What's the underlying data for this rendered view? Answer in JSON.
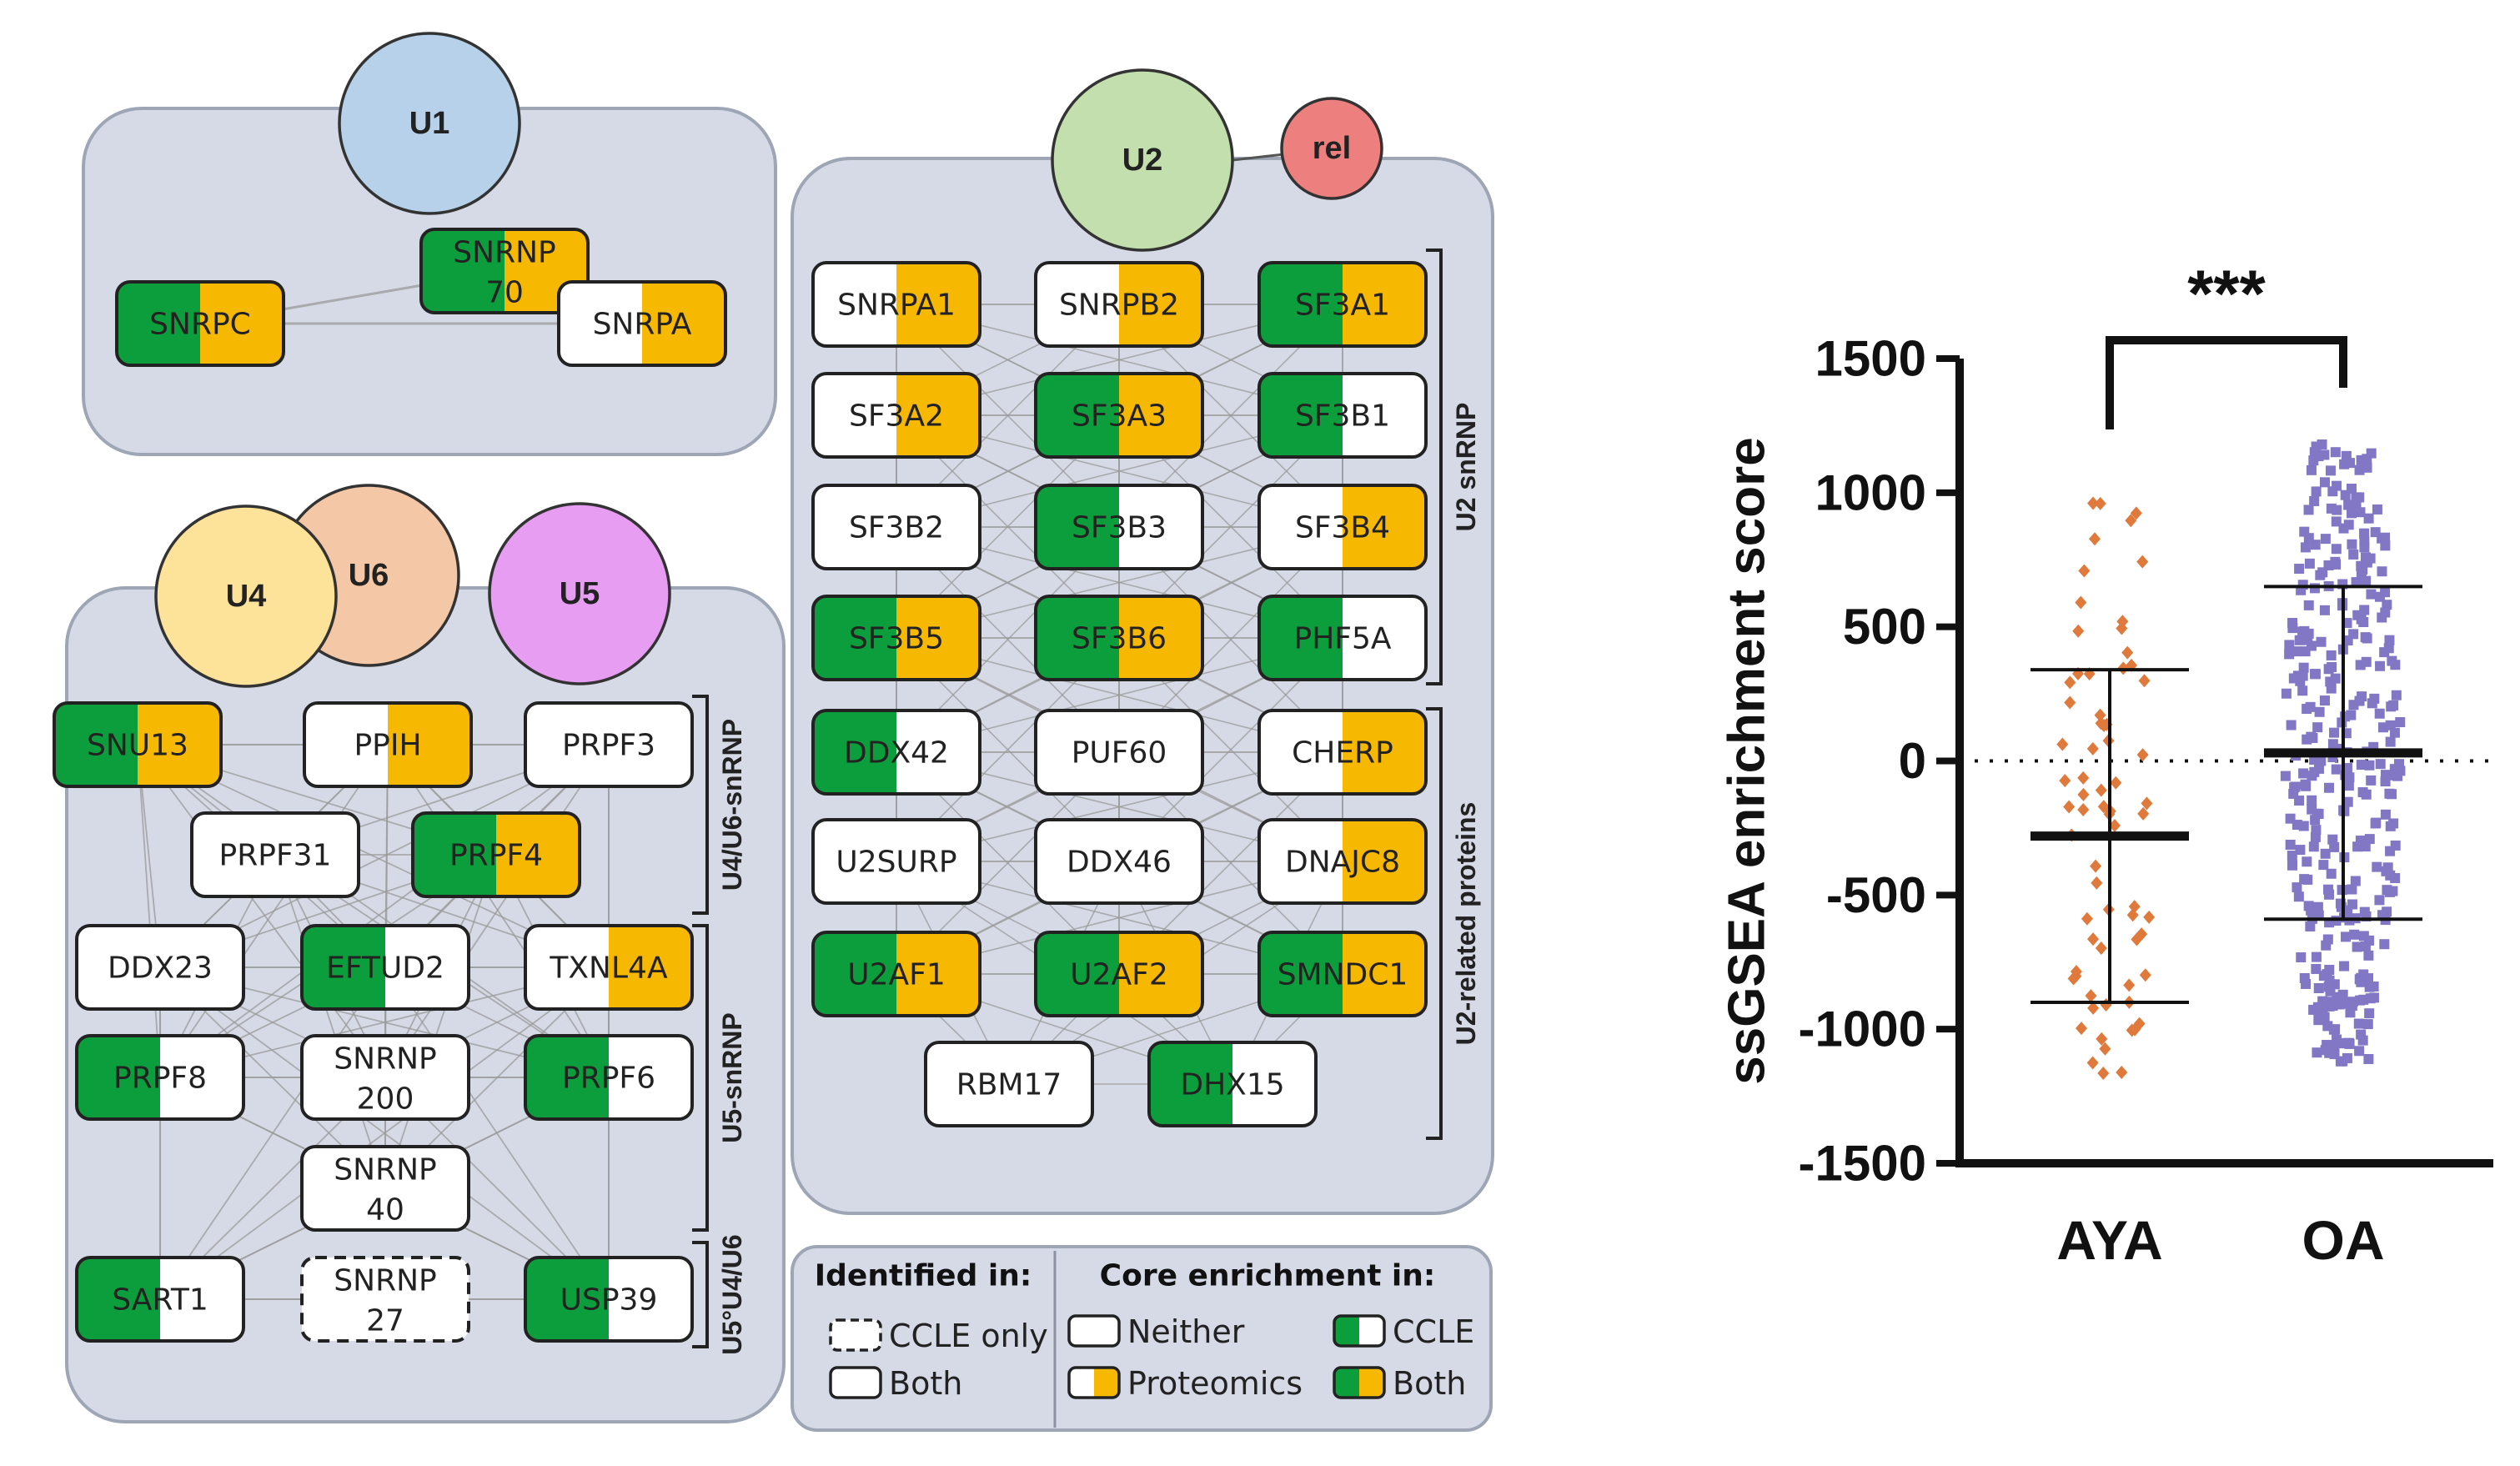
{
  "colors": {
    "panel": "#d5dae6",
    "panel_stroke": "#9ea6b6",
    "green": "#0c9e3c",
    "yellow": "#f6b800",
    "white": "#ffffff",
    "edge": "#9a9a9a",
    "u1": "#b8d1ea",
    "u2": "#c4dfae",
    "rel": "#ee7f7f",
    "u4": "#fde29a",
    "u6": "#f4c7a6",
    "u5": "#e69df2",
    "aya": "#e07a3c",
    "oa": "#8277c4"
  },
  "circles": {
    "u1": "U1",
    "u2": "U2",
    "rel": "rel",
    "u4": "U4",
    "u6": "U6",
    "u5": "U5"
  },
  "nodes": {
    "snrnp70": {
      "l1": "SNRNP",
      "l2": "70",
      "fill": "both"
    },
    "snrpc": {
      "l1": "SNRPC",
      "fill": "both"
    },
    "snrpa": {
      "l1": "SNRPA",
      "fill": "proteomics"
    },
    "snu13": {
      "l1": "SNU13",
      "fill": "both"
    },
    "ppih": {
      "l1": "PPIH",
      "fill": "proteomics"
    },
    "prpf3": {
      "l1": "PRPF3",
      "fill": "neither"
    },
    "prpf31": {
      "l1": "PRPF31",
      "fill": "neither"
    },
    "prpf4": {
      "l1": "PRPF4",
      "fill": "both"
    },
    "ddx23": {
      "l1": "DDX23",
      "fill": "neither"
    },
    "eftud2": {
      "l1": "EFTUD2",
      "fill": "ccle"
    },
    "txnl4a": {
      "l1": "TXNL4A",
      "fill": "proteomics"
    },
    "prpf8": {
      "l1": "PRPF8",
      "fill": "ccle"
    },
    "snrnp200": {
      "l1": "SNRNP",
      "l2": "200",
      "fill": "neither"
    },
    "prpf6": {
      "l1": "PRPF6",
      "fill": "ccle"
    },
    "snrnp40": {
      "l1": "SNRNP",
      "l2": "40",
      "fill": "neither"
    },
    "sart1": {
      "l1": "SART1",
      "fill": "ccle"
    },
    "snrnp27": {
      "l1": "SNRNP",
      "l2": "27",
      "fill": "dashed"
    },
    "usp39": {
      "l1": "USP39",
      "fill": "ccle"
    },
    "snrpa1": {
      "l1": "SNRPA1",
      "fill": "proteomics"
    },
    "snrpb2": {
      "l1": "SNRPB2",
      "fill": "proteomics"
    },
    "sf3a1": {
      "l1": "SF3A1",
      "fill": "both"
    },
    "sf3a2": {
      "l1": "SF3A2",
      "fill": "proteomics"
    },
    "sf3a3": {
      "l1": "SF3A3",
      "fill": "both"
    },
    "sf3b1": {
      "l1": "SF3B1",
      "fill": "ccle"
    },
    "sf3b2": {
      "l1": "SF3B2",
      "fill": "neither"
    },
    "sf3b3": {
      "l1": "SF3B3",
      "fill": "ccle"
    },
    "sf3b4": {
      "l1": "SF3B4",
      "fill": "proteomics"
    },
    "sf3b5": {
      "l1": "SF3B5",
      "fill": "both"
    },
    "sf3b6": {
      "l1": "SF3B6",
      "fill": "both"
    },
    "phf5a": {
      "l1": "PHF5A",
      "fill": "ccle"
    },
    "ddx42": {
      "l1": "DDX42",
      "fill": "ccle"
    },
    "puf60": {
      "l1": "PUF60",
      "fill": "neither"
    },
    "cherp": {
      "l1": "CHERP",
      "fill": "proteomics"
    },
    "u2surp": {
      "l1": "U2SURP",
      "fill": "neither"
    },
    "ddx46": {
      "l1": "DDX46",
      "fill": "neither"
    },
    "dnajc8": {
      "l1": "DNAJC8",
      "fill": "proteomics"
    },
    "u2af1": {
      "l1": "U2AF1",
      "fill": "both"
    },
    "u2af2": {
      "l1": "U2AF2",
      "fill": "both"
    },
    "smndc1": {
      "l1": "SMNDC1",
      "fill": "both"
    },
    "rbm17": {
      "l1": "RBM17",
      "fill": "neither"
    },
    "dhx15": {
      "l1": "DHX15",
      "fill": "ccle"
    }
  },
  "brackets": {
    "u4u6": "U4/U6-snRNP",
    "u5": "U5-snRNP",
    "u5u4u6": "U5°U4/U6",
    "u2snrnp": "U2 snRNP",
    "u2rel": "U2-related proteins"
  },
  "legend": {
    "identified_title": "Identified in:",
    "core_title": "Core enrichment in:",
    "ccle_only": "CCLE only",
    "both_id": "Both",
    "neither": "Neither",
    "proteomics": "Proteomics",
    "ccle": "CCLE",
    "both_core": "Both"
  },
  "chart_data": {
    "type": "scatter",
    "ylabel": "ssGSEA enrichment score",
    "ylim": [
      -1500,
      1500
    ],
    "yticks": [
      1500,
      1000,
      500,
      0,
      -500,
      -1000,
      -1500
    ],
    "categories": [
      "AYA",
      "OA"
    ],
    "reference_line": 0,
    "significance": "***",
    "series": [
      {
        "category": "AYA",
        "mean": -280,
        "sd_upper": 340,
        "sd_lower": -900,
        "n_points": 70,
        "min": -1180,
        "max": 1060
      },
      {
        "category": "OA",
        "mean": 30,
        "sd_upper": 650,
        "sd_lower": -590,
        "n_points": 360,
        "min": -1120,
        "max": 1200
      }
    ]
  }
}
